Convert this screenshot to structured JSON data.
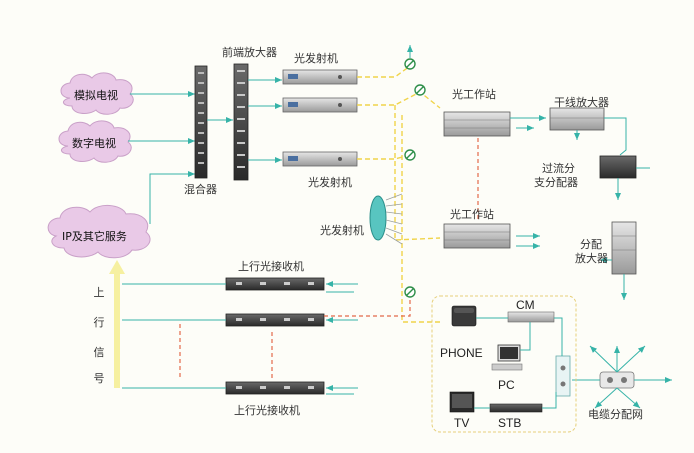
{
  "colors": {
    "fiber_line": "#36b3a8",
    "rf_dashed": "#f0d44a",
    "optical_dashed": "#e36a4a",
    "uplink_arrow": "#f6f0a0",
    "cloud_fill": "#e9c9e7",
    "splitter_fill": "#58c5c0"
  },
  "clouds": {
    "analog_tv": "模拟电视",
    "digital_tv": "数字电视",
    "ip_services": "IP及其它服务"
  },
  "labels": {
    "mixer": "混合器",
    "preamp": "前端放大器",
    "optical_tx_top": "光发射机",
    "optical_tx_mid": "光发射机",
    "optical_tx_side": "光发射机",
    "optical_node_1": "光工作站",
    "optical_node_2": "光工作站",
    "trunk_amp": "干线放大器",
    "tap_splitter_line1": "过流分",
    "tap_splitter_line2": "支分配器",
    "dist_amp_line1": "分配",
    "dist_amp_line2": "放大器",
    "upstream_rx_top": "上行光接收机",
    "upstream_rx_bottom": "上行光接收机",
    "upstream": [
      "上",
      "行",
      "信",
      "号"
    ],
    "cm": "CM",
    "phone": "PHONE",
    "pc": "PC",
    "tv": "TV",
    "stb": "STB",
    "cable_network": "电缆分配网"
  }
}
